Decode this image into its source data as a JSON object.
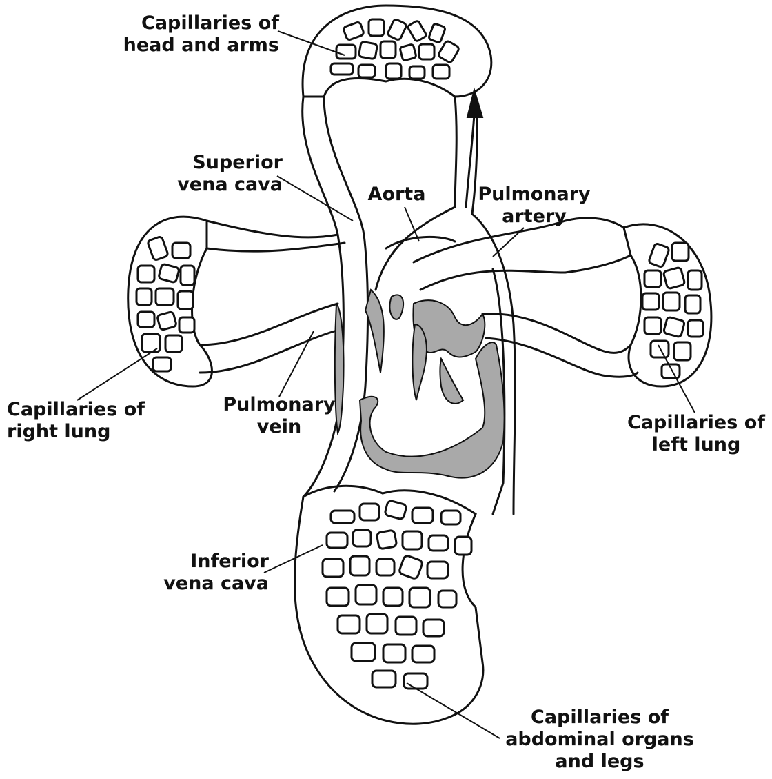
{
  "labels": {
    "head_arms": [
      "Capillaries of",
      "head and arms"
    ],
    "superior_vena_cava": [
      "Superior",
      "vena cava"
    ],
    "aorta": [
      "Aorta"
    ],
    "pulmonary_artery": [
      "Pulmonary",
      "artery"
    ],
    "right_lung": [
      "Capillaries of",
      "right lung"
    ],
    "pulmonary_vein": [
      "Pulmonary",
      "vein"
    ],
    "left_lung": [
      "Capillaries of",
      "left lung"
    ],
    "inferior_vena_cava": [
      "Inferior",
      "vena cava"
    ],
    "abdominal_legs": [
      "Capillaries of",
      "abdominal organs",
      "and legs"
    ]
  },
  "colors": {
    "ink": "#111111",
    "heart_fill": "#a9a9a9",
    "background": "#ffffff"
  }
}
